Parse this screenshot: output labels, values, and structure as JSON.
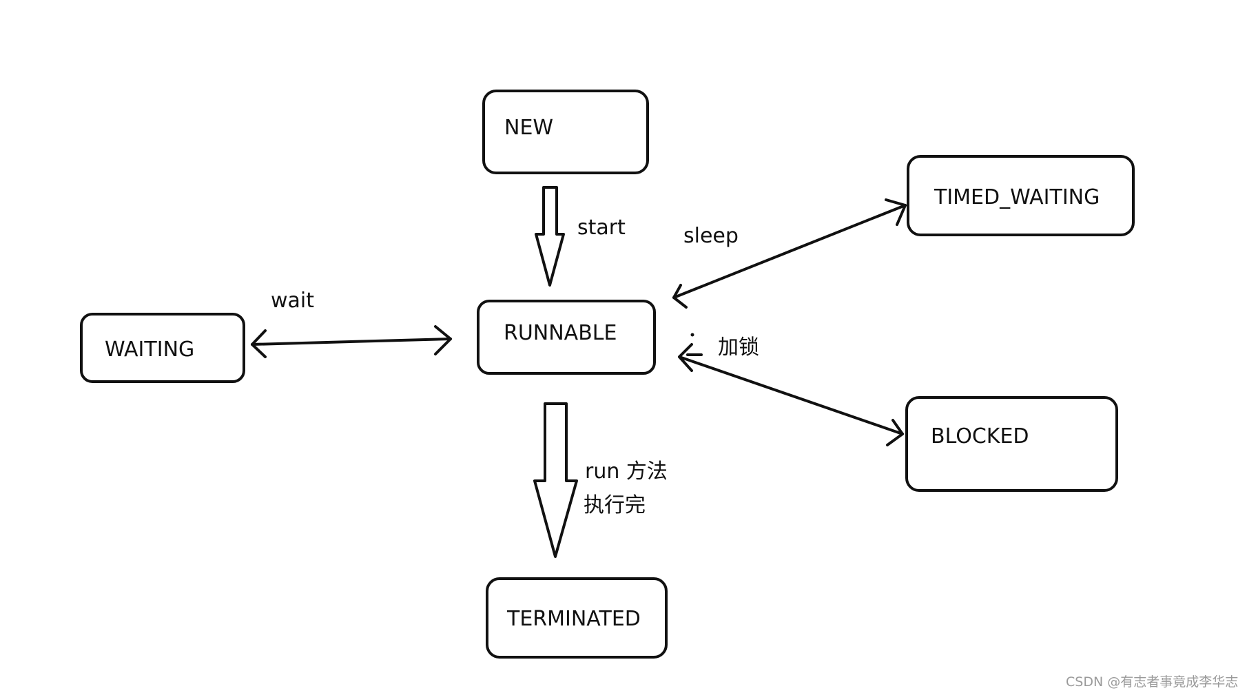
{
  "states": {
    "new": "NEW",
    "runnable": "RUNNABLE",
    "waiting": "WAITING",
    "timed_waiting": "TIMED_WAITING",
    "blocked": "BLOCKED",
    "terminated": "TERMINATED"
  },
  "transitions": {
    "start": "start",
    "wait": "wait",
    "sleep": "sleep",
    "lock": "加锁",
    "run_done_line1": "run 方法",
    "run_done_line2": "执行完"
  },
  "watermark": "CSDN @有志者事竟成李华志"
}
